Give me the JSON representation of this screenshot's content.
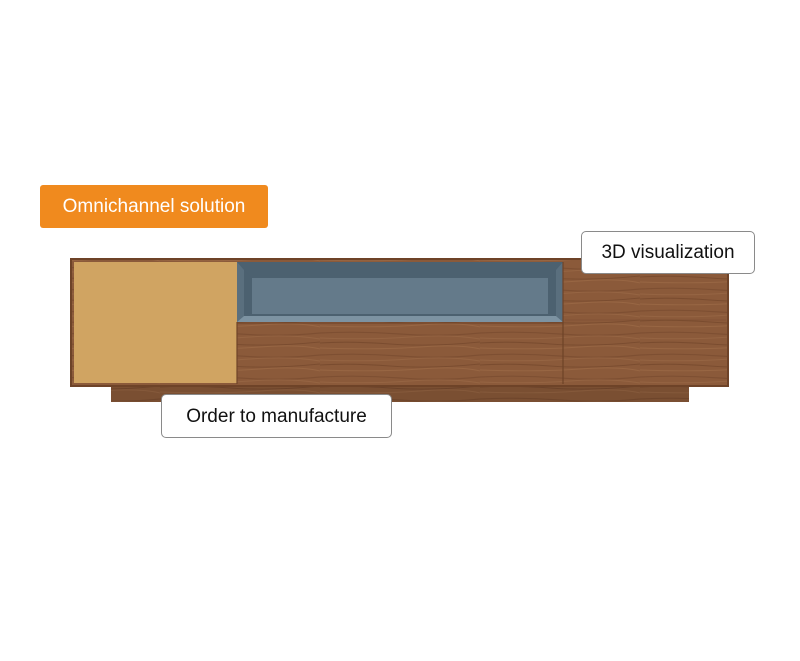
{
  "labels": {
    "omnichannel": "Omnichannel solution",
    "visualization": "3D visualization",
    "order": "Order to manufacture"
  },
  "colors": {
    "accent": "#f08a1e",
    "wood": "#8b5a3a",
    "wood_dark": "#6e4328",
    "panel_yellow": "#d0a462",
    "panel_blue": "#647a8a",
    "panel_blue_dark": "#4c6170"
  },
  "image": {
    "subject": "tv-cabinet"
  }
}
